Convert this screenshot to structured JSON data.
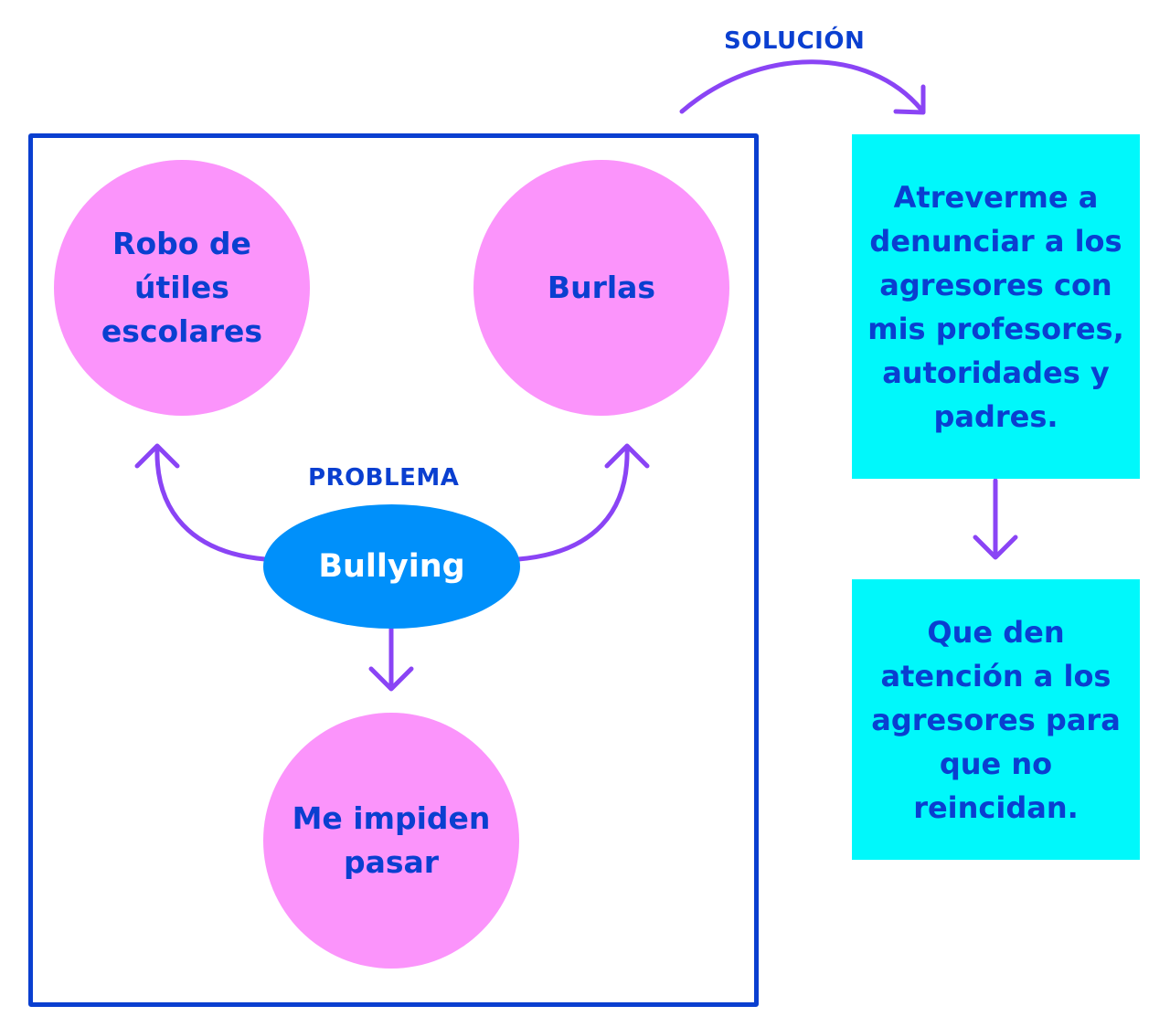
{
  "problem": {
    "label": "PROBLEMA",
    "center": "Bullying",
    "effects": [
      {
        "text": "Robo de\nútiles\nescolares"
      },
      {
        "text": "Burlas"
      },
      {
        "text": "Me impiden\npasar"
      }
    ]
  },
  "solution": {
    "label": "SOLUCIÓN",
    "steps": [
      {
        "text": "Atreverme a\ndenunciar a los\nagresores con\nmis profesores,\nautoridades y\npadres."
      },
      {
        "text": "Que den\natención a los\nagresores para\nque no\nreincidan."
      }
    ]
  },
  "colors": {
    "frame": "#0a3fd0",
    "text": "#0a3fd0",
    "effect_fill": "#fb94fb",
    "center_fill": "#0090fa",
    "solution_fill": "#00f8fb",
    "arrow": "#8a44f5"
  }
}
